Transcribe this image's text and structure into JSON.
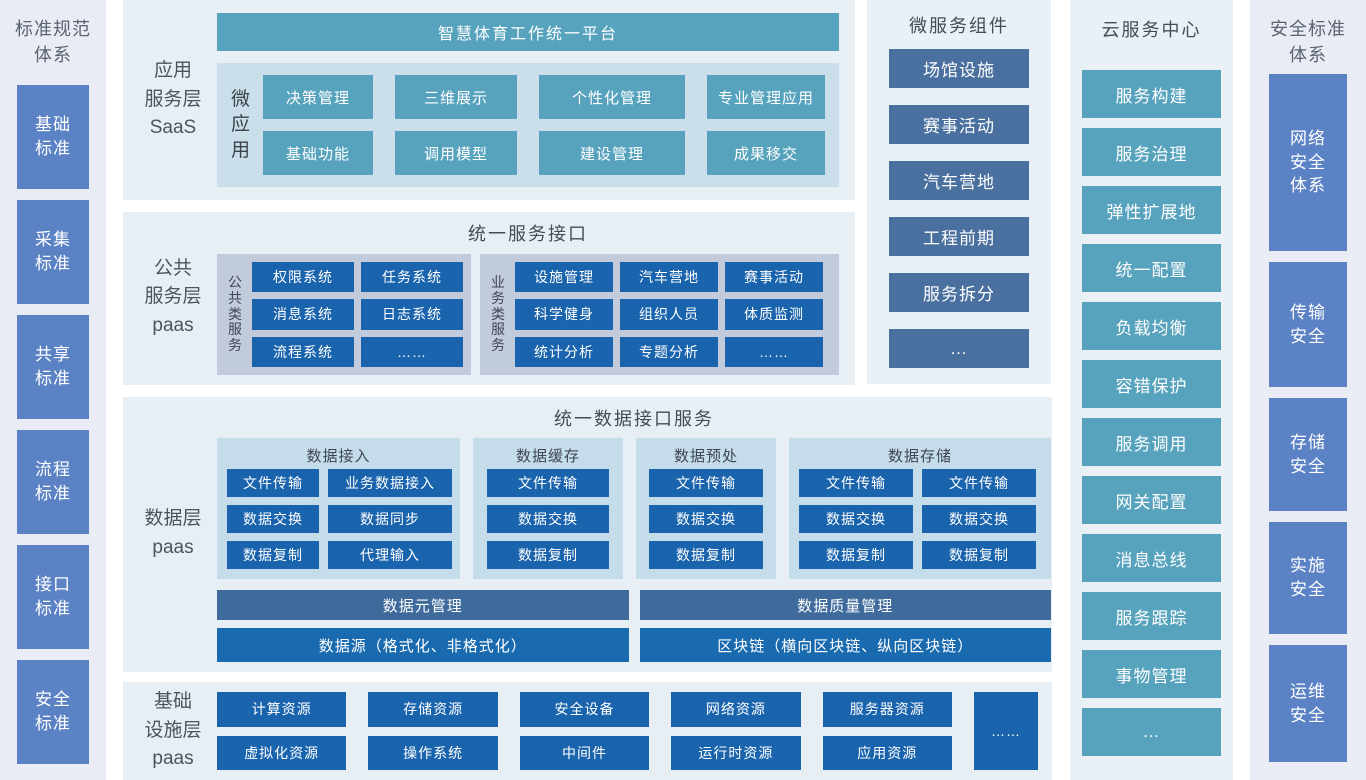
{
  "colors": {
    "teal": "#57a3be",
    "dark_blue": "#1a64ad",
    "slate_blue": "#49709f",
    "sidebar_blue": "#5b82c4",
    "bar_slate": "#3f6b9c",
    "bar_blue": "#1a6ab0"
  },
  "left_sidebar": {
    "title": "标准规范\n体系",
    "items": [
      "基础\n标准",
      "采集\n标准",
      "共享\n标准",
      "流程\n标准",
      "接口\n标准",
      "安全\n标准"
    ]
  },
  "saas": {
    "label": "应用\n服务层\nSaaS",
    "platform_title": "智慧体育工作统一平台",
    "micro_label": "微\n应\n用",
    "apps": [
      "决策管理",
      "三维展示",
      "个性化管理",
      "专业管理应用",
      "基础功能",
      "调用模型",
      "建设管理",
      "成果移交"
    ]
  },
  "pub": {
    "label": "公共\n服务层\npaas",
    "title": "统一服务接口",
    "public_group": {
      "label": "公\n共\n类\n服\n务",
      "items": [
        "权限系统",
        "任务系统",
        "消息系统",
        "日志系统",
        "流程系统",
        "……"
      ]
    },
    "business_group": {
      "label": "业\n务\n类\n服\n务",
      "items": [
        "设施管理",
        "汽车营地",
        "赛事活动",
        "科学健身",
        "组织人员",
        "体质监测",
        "统计分析",
        "专题分析",
        "……"
      ]
    }
  },
  "data_layer": {
    "label": "数据层\npaas",
    "title": "统一数据接口服务",
    "groups": [
      {
        "title": "数据接入",
        "items": [
          "文件传输",
          "业务数据接入",
          "数据交换",
          "数据同步",
          "数据复制",
          "代理输入"
        ]
      },
      {
        "title": "数据缓存",
        "items": [
          "文件传输",
          "数据交换",
          "数据复制"
        ]
      },
      {
        "title": "数据预处",
        "items": [
          "文件传输",
          "数据交换",
          "数据复制"
        ]
      },
      {
        "title": "数据存储",
        "items": [
          "文件传输",
          "文件传输",
          "数据交换",
          "数据交换",
          "数据复制",
          "数据复制"
        ]
      }
    ],
    "management_bars": [
      "数据元管理",
      "数据质量管理"
    ],
    "source_bars": [
      "数据源（格式化、非格式化）",
      "区块链（横向区块链、纵向区块链）"
    ]
  },
  "infra": {
    "label": "基础\n设施层\npaas",
    "rows": [
      [
        "计算资源",
        "存储资源",
        "安全设备",
        "网络资源",
        "服务器资源"
      ],
      [
        "虚拟化资源",
        "操作系统",
        "中间件",
        "运行时资源",
        "应用资源"
      ]
    ],
    "more": "……"
  },
  "microservices": {
    "title": "微服务组件",
    "items": [
      "场馆设施",
      "赛事活动",
      "汽车营地",
      "工程前期",
      "服务拆分",
      "…"
    ]
  },
  "cloud": {
    "title": "云服务中心",
    "items": [
      "服务构建",
      "服务治理",
      "弹性扩展地",
      "统一配置",
      "负载均衡",
      "容错保护",
      "服务调用",
      "网关配置",
      "消息总线",
      "服务跟踪",
      "事物管理",
      "…"
    ]
  },
  "right_sidebar": {
    "title": "安全标准\n体系",
    "items": [
      "网络\n安全\n体系",
      "传输\n安全",
      "存储\n安全",
      "实施\n安全",
      "运维\n安全"
    ]
  }
}
